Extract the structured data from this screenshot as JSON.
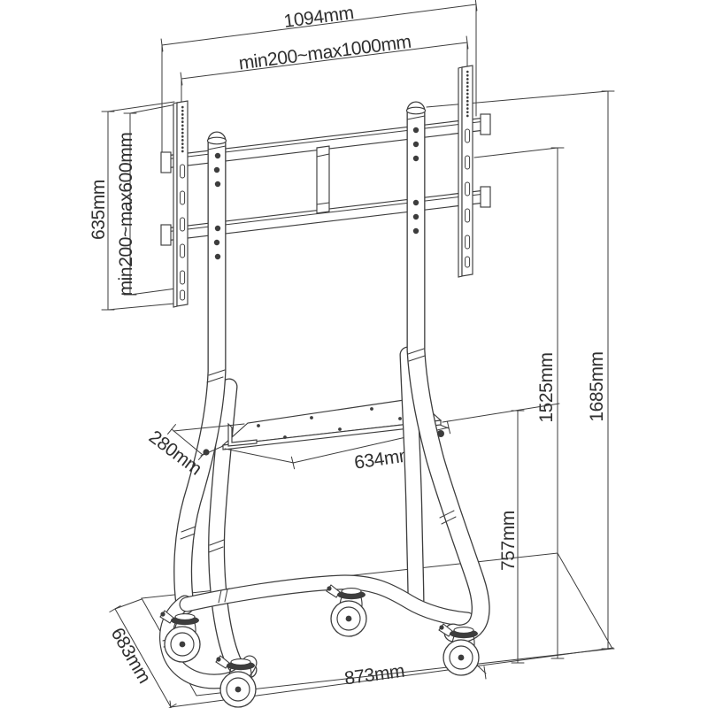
{
  "colors": {
    "background": "#ffffff",
    "line": "#3d3d3d",
    "text": "#2f2f2f"
  },
  "diagram": {
    "subject": "mobile-tv-floor-stand-dimension-drawing",
    "units": "mm"
  },
  "dimensions": {
    "top_width": "1094mm",
    "mount_width_range": "min200~max1000mm",
    "bracket_height": "635mm",
    "mount_height_range": "min200~max600mm",
    "frame_height": "1525mm",
    "total_height": "1685mm",
    "shelf_depth": "280mm",
    "shelf_width": "634mm",
    "shelf_floor_height": "757mm",
    "base_depth": "683mm",
    "base_width": "873mm"
  }
}
